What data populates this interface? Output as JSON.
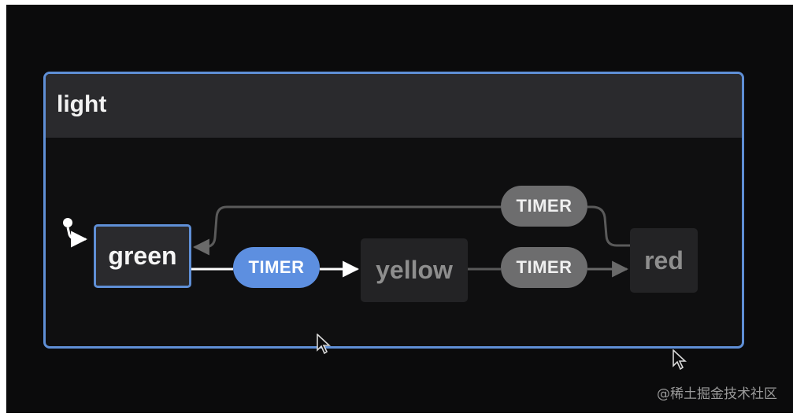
{
  "machine": {
    "title": "light",
    "accent_color": "#5f8fd6"
  },
  "states": {
    "green": {
      "label": "green",
      "active": true
    },
    "yellow": {
      "label": "yellow",
      "active": false
    },
    "red": {
      "label": "red",
      "active": false
    }
  },
  "transitions": [
    {
      "from": "green",
      "to": "yellow",
      "event": "TIMER",
      "active": true
    },
    {
      "from": "yellow",
      "to": "red",
      "event": "TIMER",
      "active": false
    },
    {
      "from": "red",
      "to": "green",
      "event": "TIMER",
      "active": false
    }
  ],
  "icons": {
    "initial": "initial-state-dot-icon",
    "cursor": "mouse-pointer-icon"
  },
  "watermark": "@稀土掘金技术社区"
}
